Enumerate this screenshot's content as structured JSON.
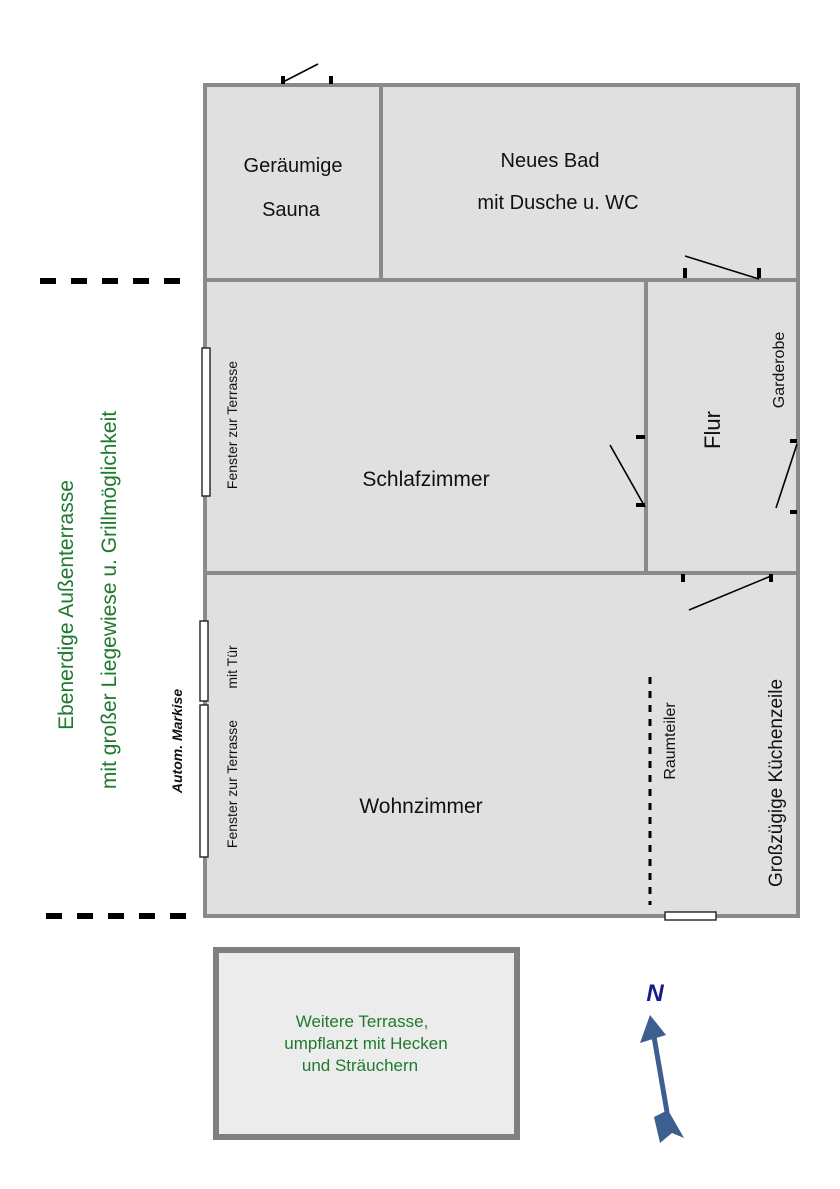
{
  "rooms": {
    "sauna": {
      "line1": "Geräumige",
      "line2": "Sauna"
    },
    "bad": {
      "line1": "Neues Bad",
      "line2": "mit Dusche u. WC"
    },
    "schlafzimmer": "Schlafzimmer",
    "flur": "Flur",
    "garderobe": "Garderobe",
    "wohnzimmer": "Wohnzimmer",
    "raumteiler": "Raumteiler",
    "kuechenzeile": "Großzügige Küchenzeile"
  },
  "windows": {
    "schlaf_fenster": "Fenster zur Terrasse",
    "wohn_fenster": "Fenster zur Terrasse",
    "wohn_tuer": "mit Tür",
    "markise": "Autom. Markise"
  },
  "outdoor": {
    "terrasse_line1": "Ebenerdige Außenterrasse",
    "terrasse_line2": "mit großer Liegewiese u. Grillmöglichkeit",
    "weitere_line1": "Weitere Terrasse,",
    "weitere_line2": "umpflanzt mit Hecken",
    "weitere_line3": "und Sträuchern"
  },
  "compass": {
    "label": "N",
    "icon": "north-arrow-icon",
    "color": "#3d5f8f",
    "label_color": "#1a1a8c"
  },
  "colors": {
    "room_fill": "#e0e0e0",
    "wall": "#8a8a8a",
    "green_text": "#1f7a2e"
  }
}
